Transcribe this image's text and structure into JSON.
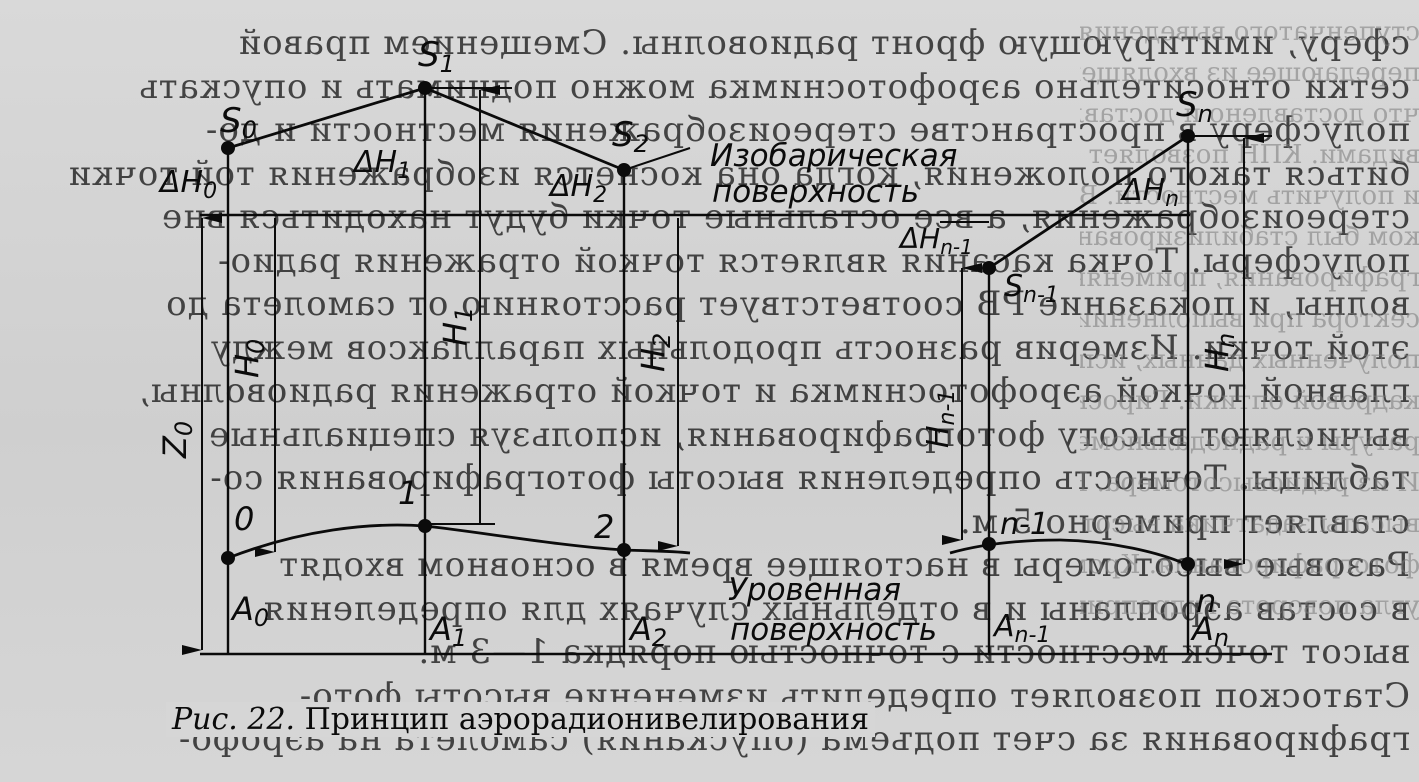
{
  "background_text": {
    "lines": [
      "сферу, имитирующую фронт радиоволны. Смещением правой",
      "сетки относительно аэрофотоснимка можно поднимать и опускать",
      "полусферу в пространстве стереоизображения местности и до-",
      "биться такого положения, когда она коснется изображения той точки",
      "стереоизображения, а все остальные точки будут находиться вне",
      "полусферы. Точка касания является точкой отражения радио-",
      "волны, и показание РВ соответствует расстоянию от самолета до",
      "этой точки. Измерив разность продольных параллаксов между",
      "главной точкой аэрофотоснимка и точкой отражения радиоволны,",
      "вычисляют высоту фотографирования, используя специальные",
      "таблицы. Точность определения высоты фотографирования со-",
      "ставляет примерно 5 м.",
      "Разовые высотомеры в настоящее время в основном входят",
      "в состав аэропланы и в отдельных случаях для определения",
      "высот точек местности с точностью порядка 1—3 м.",
      "Статоскоп позволяет определить изменение высоты фото-",
      "графирования за счет подъема (опускания) самолета на аэрофо-"
    ]
  },
  "background_right_text": {
    "lines": [
      "ступенчатого выведения самолетов",
      "передающее из входящей в них информации",
      "что доставлено и доставлено удобства",
      "видами. КПН позволяет изменить",
      "и получить местности. Второй тип КПН",
      "ком был стабилизирован гироскопами",
      "графирования, применяют по аэрофотосъемке",
      "сектора при выполнении аэрофотосъемки",
      "полученных данных, используя",
      "кадровой оптики. Гироскопы корректируют",
      "ратуры и радиодальномерного вычислителя",
      "И из радиовысотомера. Вычислительное устройство",
      "высоты задатчика высоты для сохранения заданного",
      "фотографирования. Кроме того, производится определение",
      "угла поворота гидропривод АФА на этот"
    ]
  },
  "diagram": {
    "labels": {
      "s0": "S",
      "s0_sub": "0",
      "s1": "S",
      "s1_sub": "1",
      "s2": "S",
      "s2_sub": "2",
      "sn": "S",
      "sn_sub": "n",
      "snm1": "S",
      "snm1_sub": "n-1",
      "dh0": "ΔH",
      "dh0_sub": "0",
      "dh1": "ΔH",
      "dh1_sub": "1",
      "dh2": "ΔH",
      "dh2_sub": "2",
      "dhn": "ΔH",
      "dhn_sub": "n",
      "dhnm1": "ΔH",
      "dhnm1_sub": "n-1",
      "h0": "H",
      "h0_sub": "0",
      "h1": "H",
      "h1_sub": "1",
      "h2": "H",
      "h2_sub": "2",
      "hn": "H",
      "hn_sub": "n",
      "hnm1": "H",
      "hnm1_sub": "n-1",
      "z0": "Z",
      "z0_sub": "0",
      "pt0": "0",
      "pt1": "1",
      "pt2": "2",
      "ptnm1": "n-1",
      "ptn": "n",
      "a0": "A",
      "a0_sub": "0",
      "a1": "A",
      "a1_sub": "1",
      "a2": "A",
      "a2_sub": "2",
      "anm1": "A",
      "anm1_sub": "n-1",
      "an": "A",
      "an_sub": "n",
      "isobaric_line1": "Изобарическая",
      "isobaric_line2": "поверхность",
      "level_line1": "Уровенная",
      "level_line2": "поверхность"
    },
    "caption": {
      "prefix": "Рис. 22.",
      "text": "Принцип аэрорадионивелирования"
    }
  }
}
